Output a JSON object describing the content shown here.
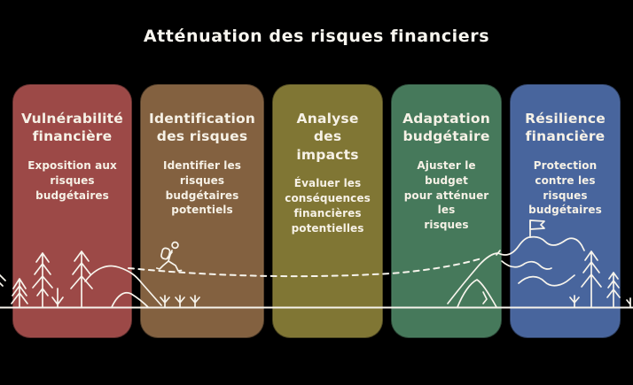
{
  "header": {
    "title": "Atténuation des risques financiers"
  },
  "cards": [
    {
      "title": "Vulnérabilité\nfinancière",
      "description": "Exposition aux\nrisques budgétaires",
      "color": "#9c4947"
    },
    {
      "title": "Identification\ndes risques",
      "description": "Identifier les risques\nbudgétaires\npotentiels",
      "color": "#836140"
    },
    {
      "title": "Analyse des\nimpacts",
      "description": "Évaluer les\nconséquences\nfinancières\npotentielles",
      "color": "#807634"
    },
    {
      "title": "Adaptation\nbudgétaire",
      "description": "Ajuster le budget\npour atténuer les\nrisques",
      "color": "#46795b"
    },
    {
      "title": "Résilience\nfinancière",
      "description": "Protection contre les\nrisques budgétaires",
      "color": "#48659d"
    }
  ],
  "illustration": {
    "stroke_color": "#f7f4ec",
    "elements": [
      "pine-trees",
      "hiker",
      "dashed-trail",
      "mountain",
      "summit-flag",
      "ground-line",
      "sprouts",
      "ridges"
    ]
  }
}
